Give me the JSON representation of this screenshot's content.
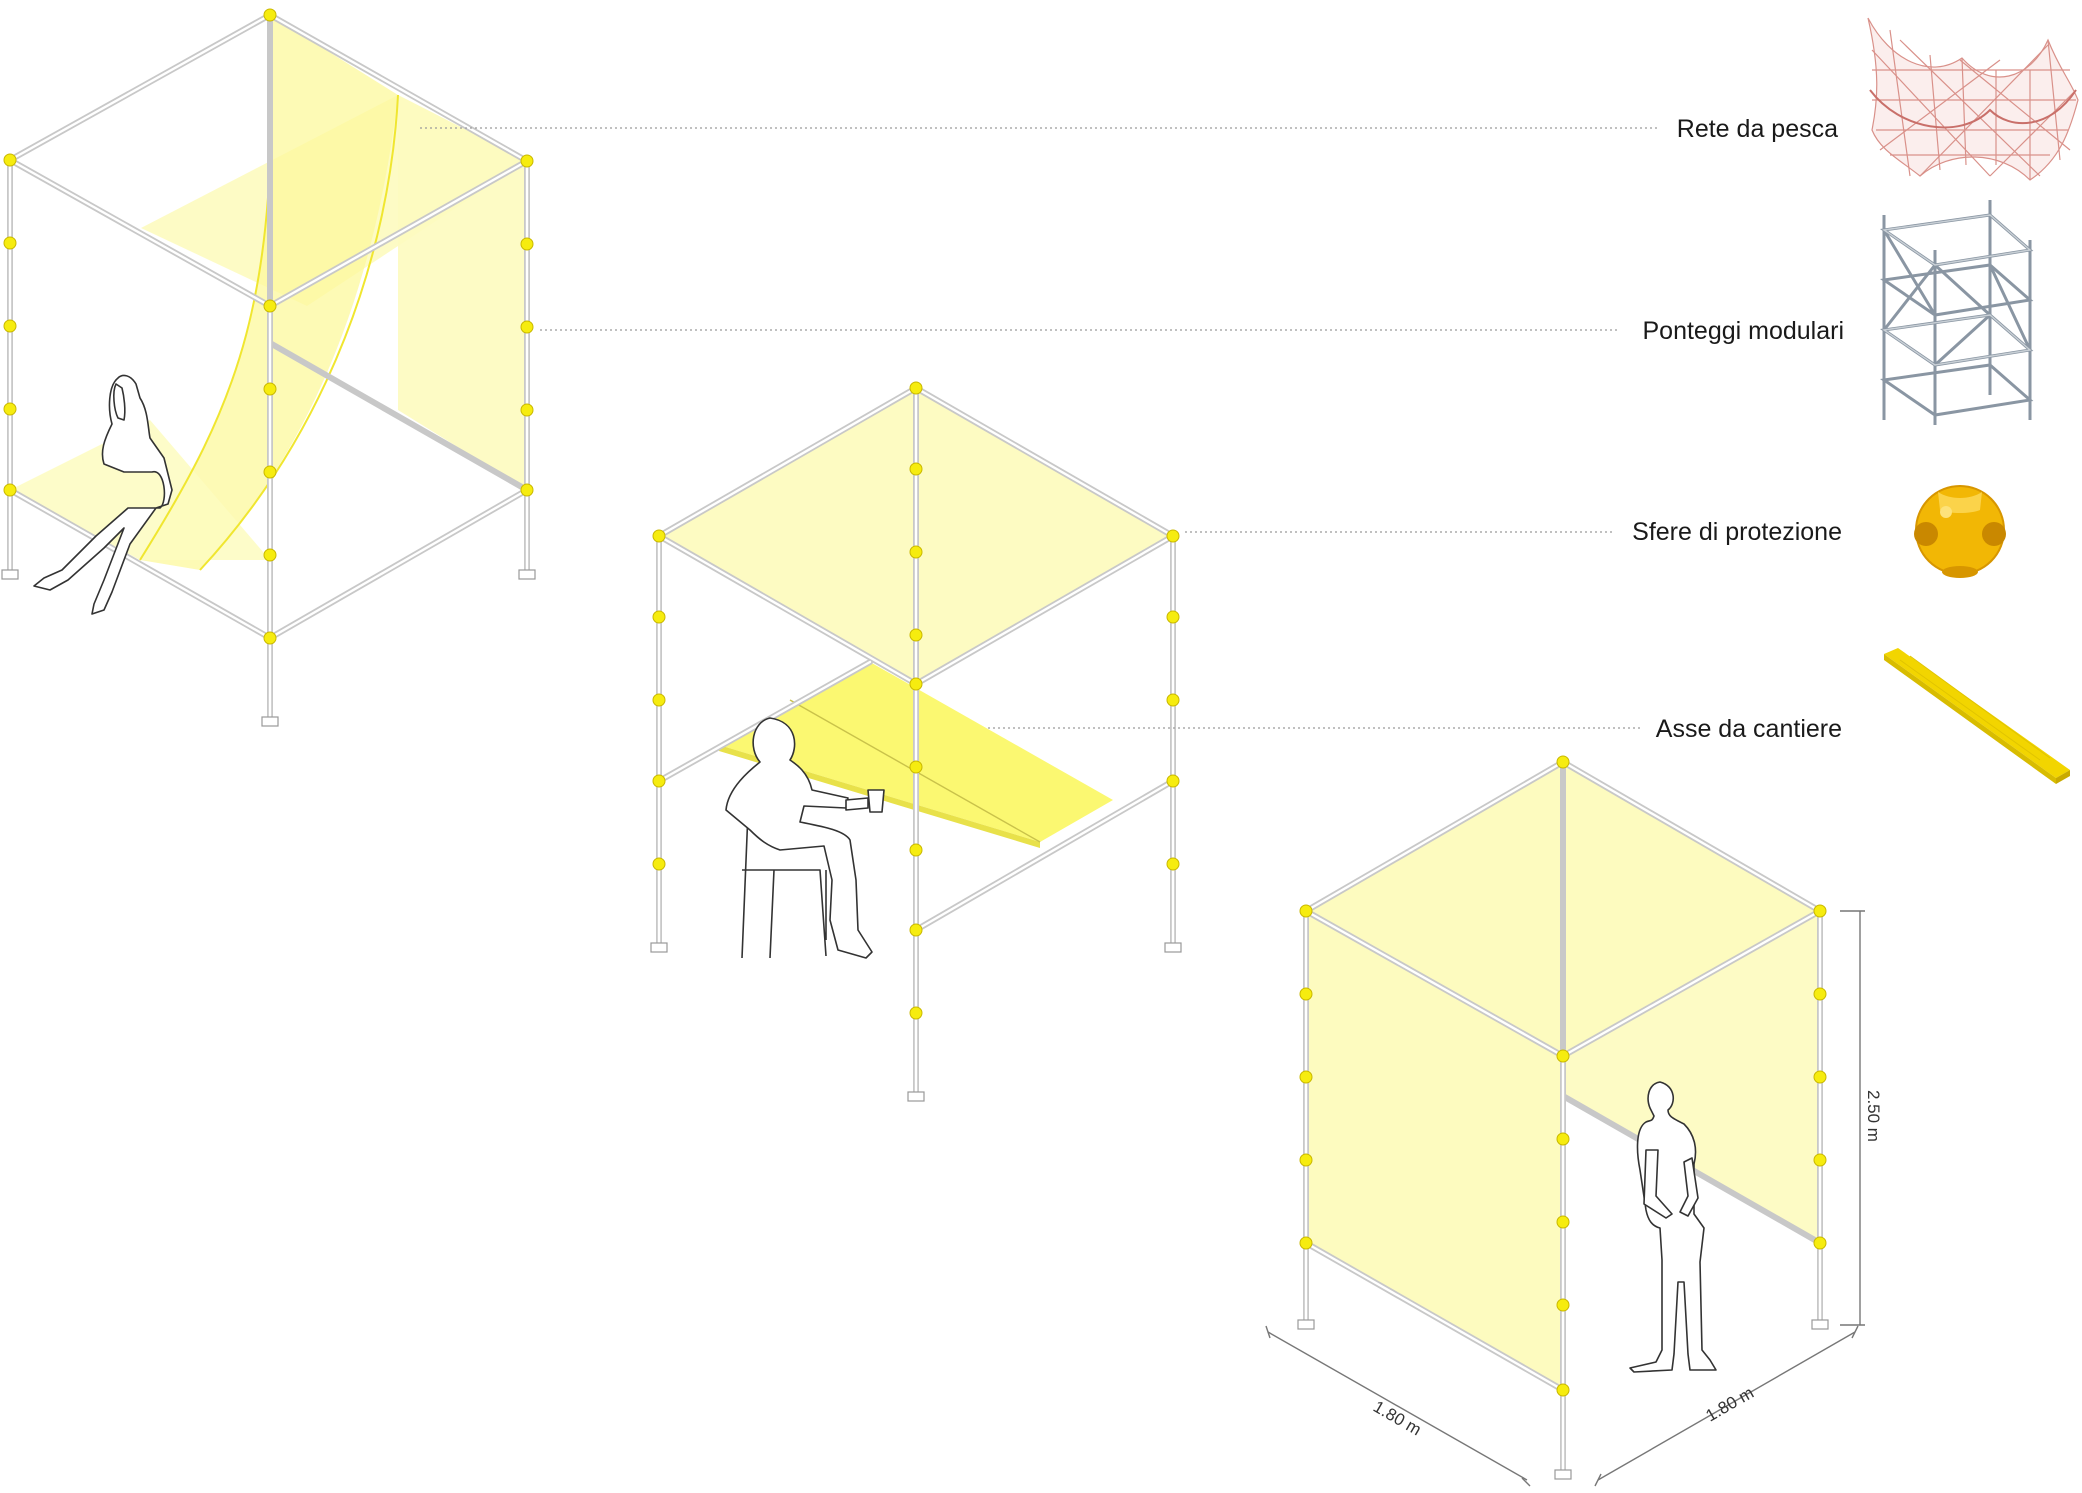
{
  "materials": [
    {
      "id": "rete",
      "label": "Rete da pesca",
      "icon": "fishing-net-icon"
    },
    {
      "id": "ponteggi",
      "label": "Ponteggi modulari",
      "icon": "scaffolding-icon"
    },
    {
      "id": "sfere",
      "label": "Sfere di protezione",
      "icon": "protective-ball-icon"
    },
    {
      "id": "asse",
      "label": "Asse da cantiere",
      "icon": "construction-plank-icon"
    }
  ],
  "dimensions": {
    "width": "1.80 m",
    "depth": "1.80 m",
    "height": "2.50 m"
  },
  "colors": {
    "fabric": "#fdfbbf",
    "table": "#fbf871",
    "joint": "#f6ec0f",
    "pipe": "#c8c8c8",
    "net": "#d9918a",
    "ball": "#f2b705"
  }
}
